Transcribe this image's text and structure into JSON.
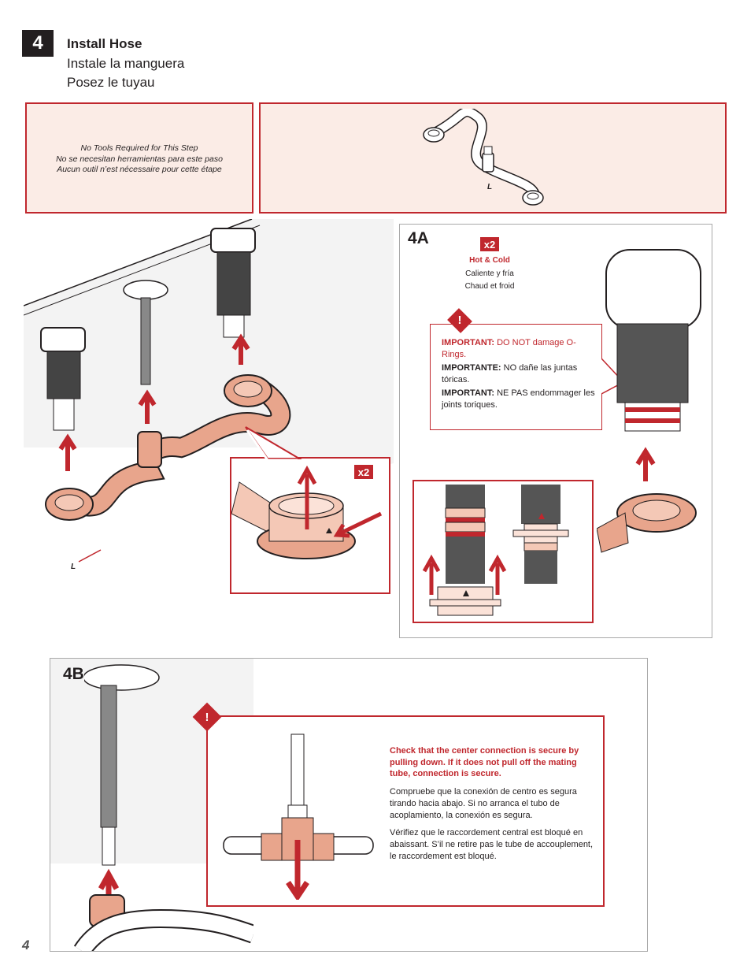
{
  "step": {
    "number": "4",
    "title_en": "Install Hose",
    "title_es": "Instale la manguera",
    "title_fr": "Posez le tuyau"
  },
  "tools_note": {
    "en": "No Tools Required for This Step",
    "es": "No se necesitan herramientas para este paso",
    "fr": "Aucun outil n’est nécessaire pour cette étape"
  },
  "part": {
    "label": "L"
  },
  "main_figure": {
    "hose_label": "L",
    "detail_qty": "x2"
  },
  "step_4a": {
    "label": "4A",
    "qty": "x2",
    "hot_cold_en": "Hot & Cold",
    "hot_cold_es": "Caliente y fría",
    "hot_cold_fr": "Chaud et froid",
    "warning": {
      "icon": "!",
      "en_bold": "IMPORTANT:",
      "en_text": " DO NOT damage O-Rings.",
      "es_bold": "IMPORTANTE:",
      "es_text": " NO dañe las juntas tóricas.",
      "fr_bold": "IMPORTANT:",
      "fr_text": " NE PAS endommager les joints toriques."
    }
  },
  "step_4b": {
    "label": "4B",
    "warning": {
      "icon": "!",
      "en": "Check that the center connection is secure by pulling down. If it does not pull off the mating tube, connection is secure.",
      "es": "Compruebe que la conexión de centro es segura tirando hacia abajo. Si no arranca el tubo de acoplamiento, la conexión es segura.",
      "fr": "Vérifiez que le raccordement central est bloqué en abaissant. S’il ne retire pas le tube de accouplement, le raccordement est bloqué."
    }
  },
  "page_number": "4",
  "colors": {
    "accent": "#c0272d",
    "copper": "#e8a58c",
    "tint": "#fbece6"
  }
}
